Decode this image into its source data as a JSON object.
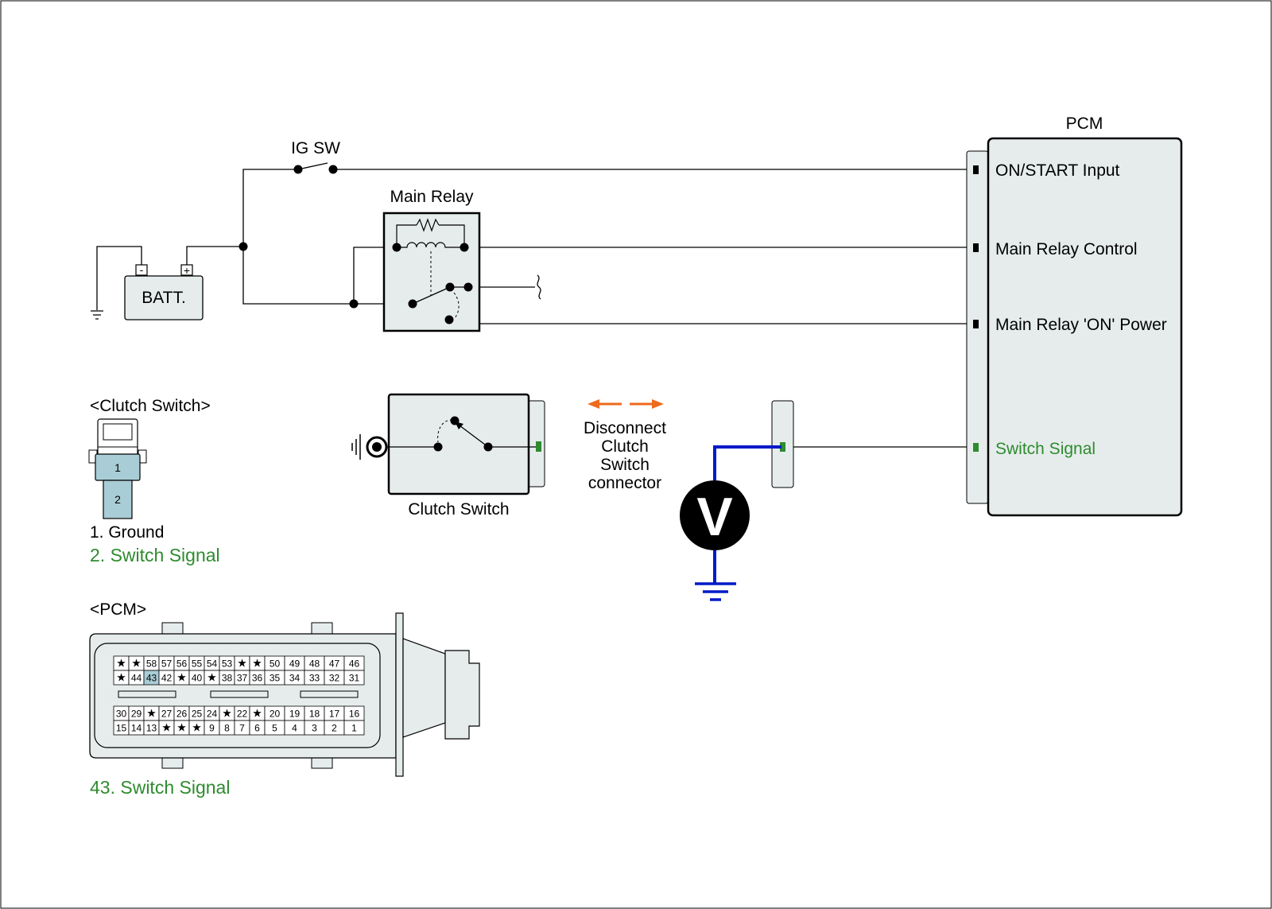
{
  "colors": {
    "wire": "#000000",
    "signal_green": "#2e8b2e",
    "meter_blue": "#0019c8",
    "hint_orange": "#ee6a1e",
    "box_fill": "#e6ecec",
    "pin_highlight": "#a9cdd6"
  },
  "labels": {
    "ig_switch": "IG SW",
    "main_relay": "Main Relay",
    "battery": "BATT.",
    "battery_minus": "-",
    "battery_plus": "+",
    "pcm": "PCM",
    "clutch_switch_component": "Clutch Switch",
    "voltmeter": "V"
  },
  "pcm_terminals": [
    {
      "label": "ON/START Input",
      "highlight": false
    },
    {
      "label": "Main Relay Control",
      "highlight": false
    },
    {
      "label": "Main Relay 'ON' Power",
      "highlight": false
    },
    {
      "label": "Switch Signal",
      "highlight": true
    }
  ],
  "disconnect_hint": {
    "lines": [
      "Disconnect",
      "Clutch",
      "Switch",
      "connector"
    ],
    "arrows": [
      "left-arrow",
      "right-arrow"
    ]
  },
  "clutch_switch_connector": {
    "title": "<Clutch Switch>",
    "pins": [
      "1",
      "2"
    ],
    "legend": [
      {
        "text": "1. Ground",
        "highlight": false
      },
      {
        "text": "2. Switch Signal",
        "highlight": true
      }
    ]
  },
  "pcm_connector": {
    "title": "<PCM>",
    "star": "★",
    "highlight_pin": "43",
    "rows": [
      [
        "★",
        "★",
        "58",
        "57",
        "56",
        "55",
        "54",
        "53",
        "★",
        "★",
        "50",
        "49",
        "48",
        "47",
        "46"
      ],
      [
        "★",
        "44",
        "43",
        "42",
        "★",
        "40",
        "★",
        "38",
        "37",
        "36",
        "35",
        "34",
        "33",
        "32",
        "31"
      ],
      [
        "30",
        "29",
        "★",
        "27",
        "26",
        "25",
        "24",
        "★",
        "22",
        "★",
        "20",
        "19",
        "18",
        "17",
        "16"
      ],
      [
        "15",
        "14",
        "13",
        "★",
        "★",
        "★",
        "9",
        "8",
        "7",
        "6",
        "5",
        "4",
        "3",
        "2",
        "1"
      ]
    ],
    "legend": {
      "text": "43. Switch Signal",
      "highlight": true
    }
  }
}
